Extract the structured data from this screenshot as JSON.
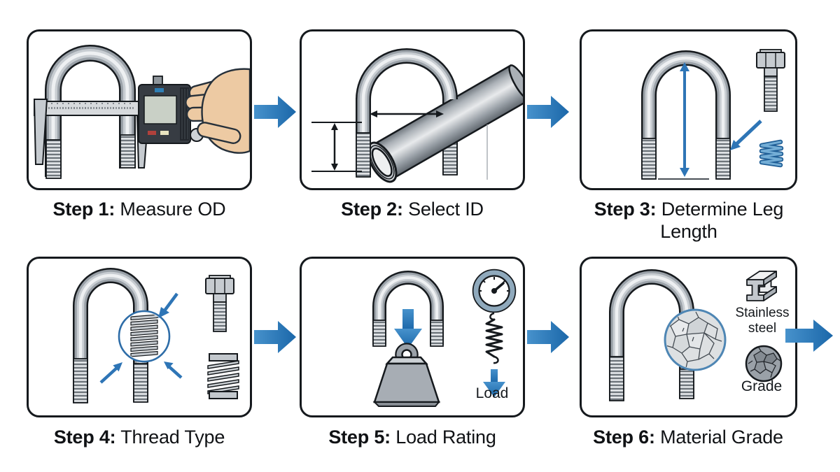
{
  "diagram": {
    "subject": "U-bolt selection steps",
    "colors": {
      "background": "#ffffff",
      "panel_border": "#15191d",
      "text": "#101215",
      "flow_arrow_light": "#4792cc",
      "flow_arrow_dark": "#1b67a9",
      "annotation_blue": "#2e75b6",
      "spring_blue": "#74aed6",
      "metal_gray": "#9aa1a8",
      "skin": "#edcaa3"
    },
    "steps": [
      {
        "bold": "Step 1:",
        "rest": " Measure OD",
        "icons": [
          "u-bolt-icon",
          "digital-caliper-icon",
          "hand-icon"
        ]
      },
      {
        "bold": "Step 2:",
        "rest": " Select ID",
        "icons": [
          "u-bolt-icon",
          "pipe-icon",
          "id-measure-arrow-icon",
          "height-measure-arrow-icon"
        ]
      },
      {
        "bold": "Step 3:",
        "rest": " Determine Leg Length",
        "icons": [
          "u-bolt-icon",
          "leg-length-arrow-icon",
          "hex-bolt-icon",
          "spring-icon",
          "pointer-arrow-icon"
        ]
      },
      {
        "bold": "Step 4:",
        "rest": " Thread Type",
        "icons": [
          "u-bolt-icon",
          "thread-magnifier-icon",
          "pointer-arrows-icon",
          "hex-bolt-icon",
          "coarse-thread-icon"
        ]
      },
      {
        "bold": "Step 5:",
        "rest": " Load Rating",
        "icons": [
          "u-bolt-icon",
          "load-arrow-icon",
          "weight-icon",
          "spring-scale-icon"
        ]
      },
      {
        "bold": "Step 6:",
        "rest": " Material Grade",
        "icons": [
          "u-bolt-icon",
          "grain-magnifier-icon",
          "i-beam-icon",
          "grade-sample-icon"
        ]
      }
    ],
    "labels": {
      "load": "Load",
      "stainless_steel": "Stainless steel",
      "grade": "Grade"
    }
  }
}
